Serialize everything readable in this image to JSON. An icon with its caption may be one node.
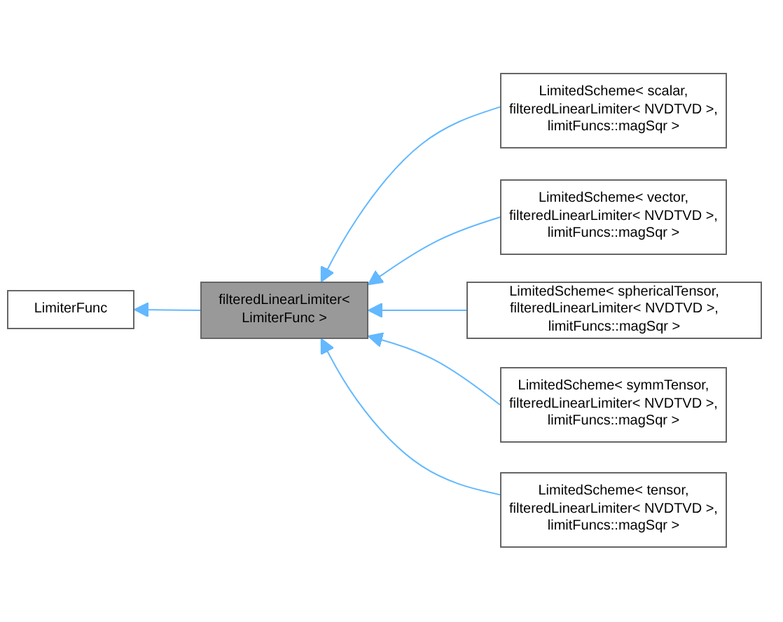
{
  "diagram": {
    "nodes": [
      {
        "text": [
          "LimiterFunc"
        ]
      },
      {
        "text": [
          "filteredLinearLimiter< LimiterFunc >"
        ]
      },
      {
        "text": [
          "LimitedScheme< scalar, filteredLinearLimiter< NVDTVD >, limitFuncs::magSqr >"
        ]
      },
      {
        "text": [
          "LimitedScheme< vector, filteredLinearLimiter< NVDTVD >, limitFuncs::magSqr >"
        ]
      },
      {
        "text": [
          "LimitedScheme< sphericalTensor, filteredLinearLimiter< NVDTVD >, limitFuncs::magSqr >"
        ]
      },
      {
        "text": [
          "LimitedScheme< symmTensor, filteredLinearLimiter< NVDTVD >, limitFuncs::magSqr >"
        ]
      },
      {
        "text": [
          "LimitedScheme< tensor, filteredLinearLimiter< NVDTVD >, limitFuncs::magSqr >"
        ]
      }
    ],
    "edges": [
      {
        "from": 1,
        "to": 0,
        "arrow": "to"
      },
      {
        "from": 2,
        "to": 1,
        "arrow": "to"
      },
      {
        "from": 3,
        "to": 1,
        "arrow": "to"
      },
      {
        "from": 4,
        "to": 1,
        "arrow": "to"
      },
      {
        "from": 5,
        "to": 1,
        "arrow": "to"
      },
      {
        "from": 6,
        "to": 1,
        "arrow": "to"
      }
    ]
  }
}
